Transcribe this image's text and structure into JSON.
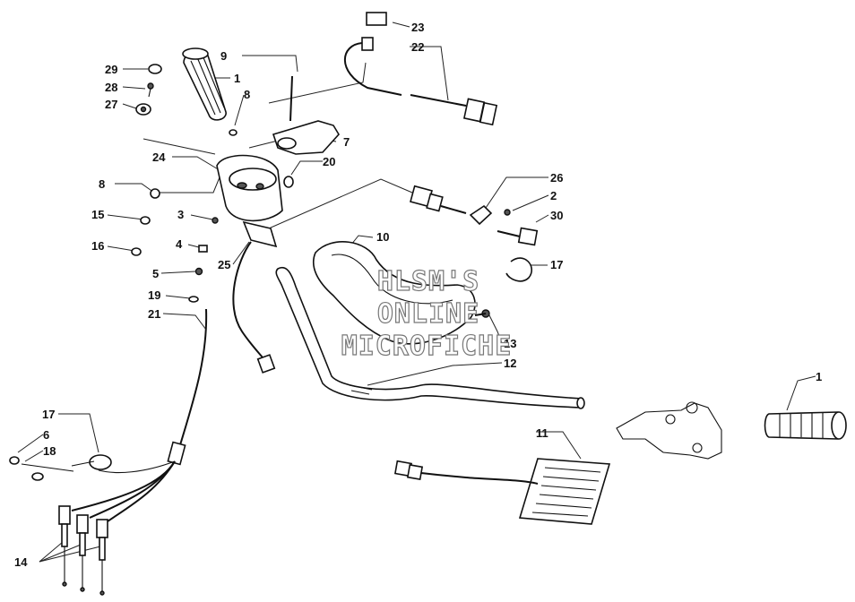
{
  "callouts": [
    {
      "id": "29",
      "text": "29"
    },
    {
      "id": "28",
      "text": "28"
    },
    {
      "id": "27",
      "text": "27"
    },
    {
      "id": "1a",
      "text": "1"
    },
    {
      "id": "9",
      "text": "9"
    },
    {
      "id": "8a",
      "text": "8"
    },
    {
      "id": "7",
      "text": "7"
    },
    {
      "id": "24",
      "text": "24"
    },
    {
      "id": "20",
      "text": "20"
    },
    {
      "id": "8b",
      "text": "8"
    },
    {
      "id": "3",
      "text": "3"
    },
    {
      "id": "15",
      "text": "15"
    },
    {
      "id": "4",
      "text": "4"
    },
    {
      "id": "16",
      "text": "16"
    },
    {
      "id": "25",
      "text": "25"
    },
    {
      "id": "5",
      "text": "5"
    },
    {
      "id": "19",
      "text": "19"
    },
    {
      "id": "21",
      "text": "21"
    },
    {
      "id": "23",
      "text": "23"
    },
    {
      "id": "22",
      "text": "22"
    },
    {
      "id": "26",
      "text": "26"
    },
    {
      "id": "2",
      "text": "2"
    },
    {
      "id": "30",
      "text": "30"
    },
    {
      "id": "10",
      "text": "10"
    },
    {
      "id": "17a",
      "text": "17"
    },
    {
      "id": "13",
      "text": "13"
    },
    {
      "id": "12",
      "text": "12"
    },
    {
      "id": "1b",
      "text": "1"
    },
    {
      "id": "11",
      "text": "11"
    },
    {
      "id": "17b",
      "text": "17"
    },
    {
      "id": "6",
      "text": "6"
    },
    {
      "id": "18",
      "text": "18"
    },
    {
      "id": "14",
      "text": "14"
    }
  ],
  "watermark": [
    "HLSM'S",
    "ONLINE",
    "MICROFICHE"
  ]
}
